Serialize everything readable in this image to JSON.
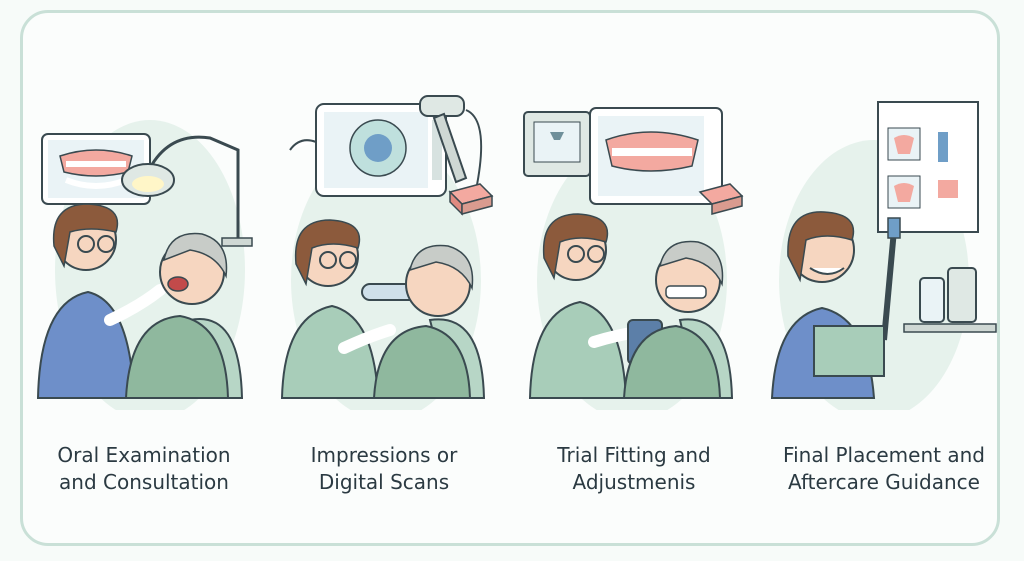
{
  "steps": [
    {
      "id": "oral-exam",
      "line1": "Oral Examination",
      "line2": "and Consultation",
      "icons": [
        "monitor-dentures-icon",
        "dental-lamp-icon",
        "dentist-figure",
        "patient-in-chair"
      ]
    },
    {
      "id": "impressions",
      "line1": "Impressions or",
      "line2": "Digital Scans",
      "icons": [
        "tablet-3d-scan-icon",
        "intraoral-scanner-icon",
        "impression-tray-icon",
        "dentist-figure",
        "patient-in-chair"
      ]
    },
    {
      "id": "trial-fitting",
      "line1": "Trial Fitting and",
      "line2": "Adjustmenis",
      "icons": [
        "3d-printer-icon",
        "monitor-denture-model-icon",
        "dentist-with-tablet",
        "patient-with-trial-denture"
      ]
    },
    {
      "id": "final-placement",
      "line1": "Final Placement and",
      "line2": "Aftercare Guidance",
      "icons": [
        "care-instructions-chart-icon",
        "toothbrush-icon",
        "care-products-icon",
        "dentist-with-booklet"
      ]
    }
  ],
  "colors": {
    "skin": "#f6d6c0",
    "hair": "#8c5a3c",
    "grayhair": "#c8ccc8",
    "scrubs_blue": "#6e8fc9",
    "scrubs_green": "#a8cdb9",
    "chair": "#b7d6c6",
    "blob": "#e6f2ec",
    "outline": "#3a4a50"
  }
}
